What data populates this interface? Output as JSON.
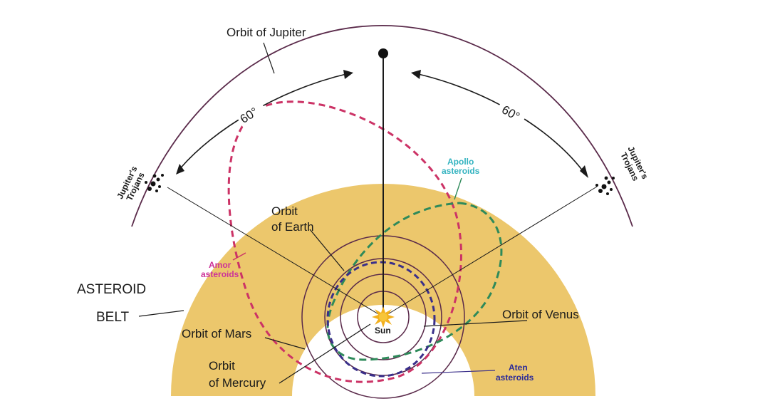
{
  "colors": {
    "belt": "#ECC76C",
    "orbit": "#5a2a4a",
    "amor": "#cc3366",
    "apollo": "#2e8a5a",
    "aten": "#3a2f8a",
    "apollo_label": "#33b3c0",
    "amor_label": "#cc3399",
    "aten_label": "#2a2a99",
    "sun": "#f2b01e"
  },
  "labels": {
    "orbit_jupiter": "Orbit of Jupiter",
    "angle_left": "60°",
    "angle_right": "60°",
    "trojans_left_1": "Jupiter's",
    "trojans_left_2": "Trojans",
    "trojans_right_1": "Jupiter's",
    "trojans_right_2": "Trojans",
    "apollo_1": "Apollo",
    "apollo_2": "asteroids",
    "earth_1": "Orbit",
    "earth_2": "of Earth",
    "amor_1": "Amor",
    "amor_2": "asteroids",
    "belt_1": "ASTEROID",
    "belt_2": "BELT",
    "venus": "Orbit of Venus",
    "sun": "Sun",
    "mars": "Orbit of Mars",
    "mercury_1": "Orbit",
    "mercury_2": "of Mercury",
    "aten_1": "Aten",
    "aten_2": "asteroids"
  },
  "icons": {
    "sun": "sun-icon",
    "jupiter": "jupiter-dot-icon",
    "trojan_cluster": "asteroid-cluster-icon"
  }
}
